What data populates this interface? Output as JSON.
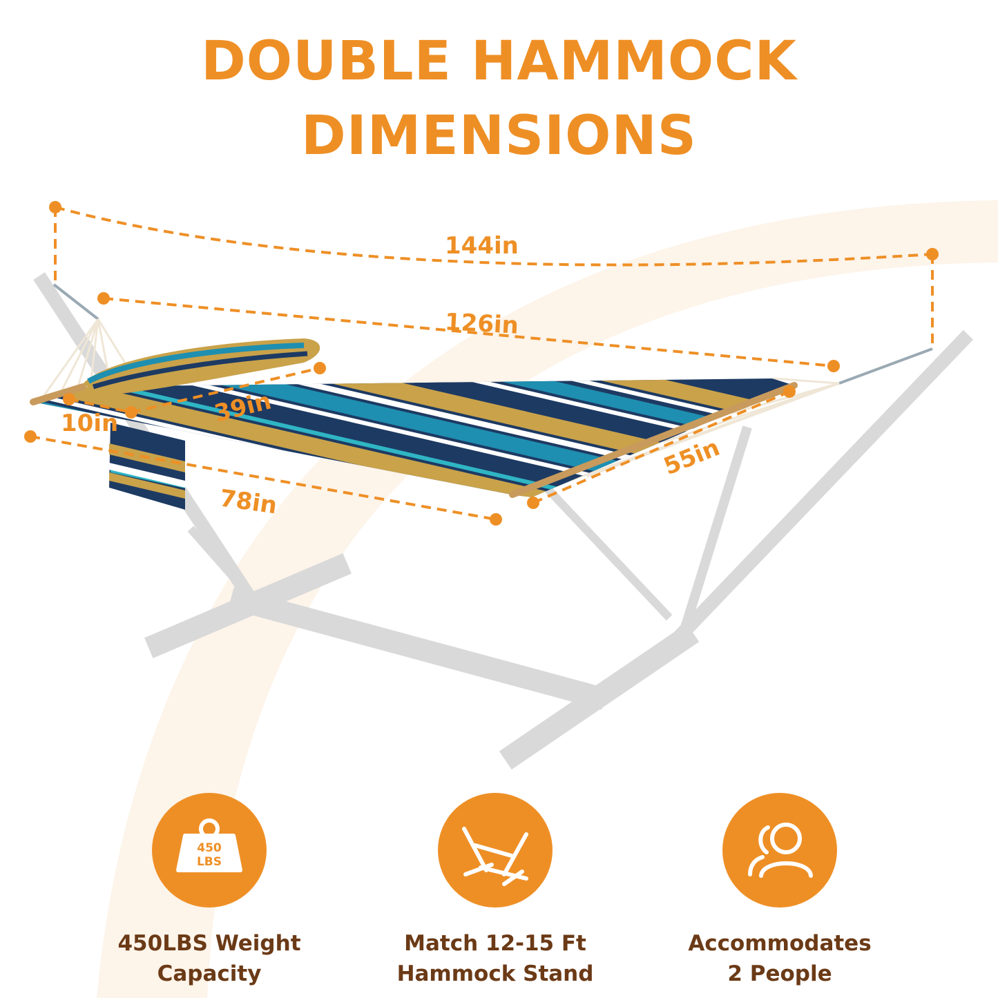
{
  "title": {
    "line1": "DOUBLE HAMMOCK",
    "line2": "DIMENSIONS"
  },
  "dimensions": {
    "overall_length": "144in",
    "bed_length": "126in",
    "pillow_width": "39in",
    "pillow_depth": "10in",
    "bed_width": "55in",
    "pocket_length": "78in"
  },
  "features": [
    {
      "icon": "weight-icon",
      "weight_number": "450",
      "weight_unit": "LBS",
      "line1": "450LBS Weight",
      "line2": "Capacity"
    },
    {
      "icon": "hammock-stand-icon",
      "line1": "Match 12-15 Ft",
      "line2": "Hammock Stand"
    },
    {
      "icon": "people-icon",
      "line1": "Accommodates",
      "line2": "2 People"
    }
  ],
  "colors": {
    "accent": "#ee8f25",
    "feature_text": "#6b3a16",
    "stand": "#d9d9d9",
    "stripe_navy": "#1d3a63",
    "stripe_teal": "#1e8fb0",
    "stripe_gold": "#c9a24a"
  }
}
